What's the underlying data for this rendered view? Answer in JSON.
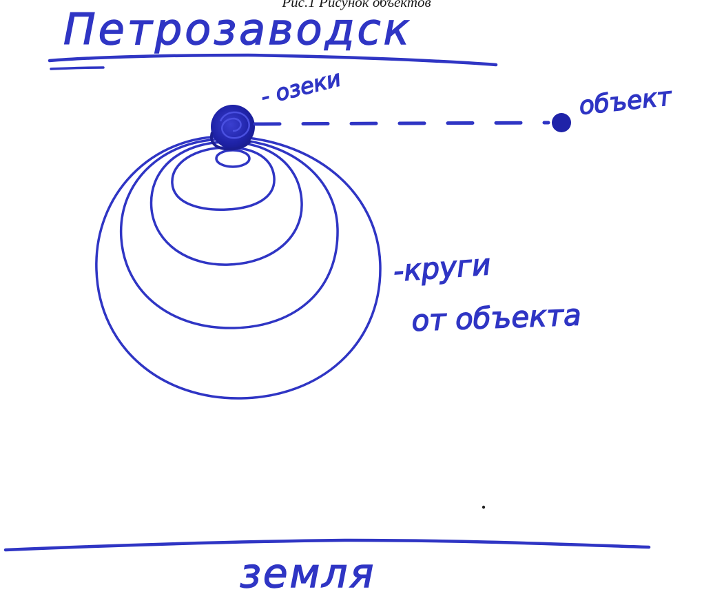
{
  "caption": "Рис.1 Рисунок объектов",
  "title": "Петрозаводск",
  "labels": {
    "object_near": "- озеки",
    "object_far": "объект",
    "circles": "-круги",
    "circles_line2": "от объекта",
    "ground": "земля"
  },
  "colors": {
    "ink": "#2f35c4",
    "ink_dark": "#1d1f9e",
    "caption": "#1a1a1a",
    "background": "#ffffff"
  }
}
